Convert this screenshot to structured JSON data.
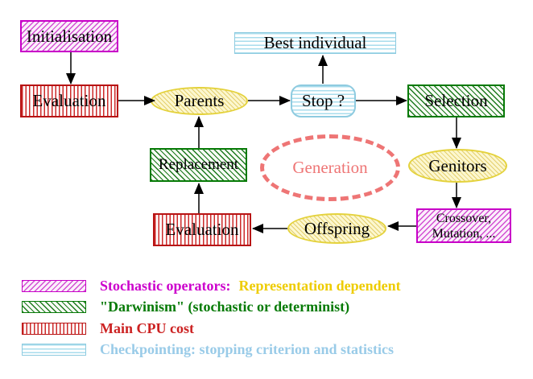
{
  "nodes": {
    "initialisation": {
      "label": "Initialisation",
      "style": "magenta-hatch"
    },
    "evaluation_top": {
      "label": "Evaluation",
      "style": "red-stripes"
    },
    "parents": {
      "label": "Parents",
      "style": "yellow-hatch-ellipse"
    },
    "best_individual": {
      "label": "Best individual",
      "style": "cyan-stripes"
    },
    "stop": {
      "label": "Stop ?",
      "style": "cyan-stripes-rounded"
    },
    "selection": {
      "label": "Selection",
      "style": "green-hatch"
    },
    "genitors": {
      "label": "Genitors",
      "style": "yellow-hatch-ellipse"
    },
    "crossover_mutation": {
      "line1": "Crossover,",
      "line2": "Mutation, ...",
      "style": "magenta-hatch"
    },
    "offspring": {
      "label": "Offspring",
      "style": "yellow-hatch-ellipse"
    },
    "evaluation_bottom": {
      "label": "Evaluation",
      "style": "red-stripes"
    },
    "replacement": {
      "label": "Replacement",
      "style": "green-hatch"
    },
    "generation": {
      "label": "Generation",
      "style": "pink-dashed-ellipse"
    }
  },
  "edges": [
    {
      "from": "initialisation",
      "to": "evaluation_top"
    },
    {
      "from": "evaluation_top",
      "to": "parents"
    },
    {
      "from": "parents",
      "to": "stop"
    },
    {
      "from": "stop",
      "to": "best_individual"
    },
    {
      "from": "stop",
      "to": "selection"
    },
    {
      "from": "selection",
      "to": "genitors"
    },
    {
      "from": "genitors",
      "to": "crossover_mutation"
    },
    {
      "from": "crossover_mutation",
      "to": "offspring"
    },
    {
      "from": "offspring",
      "to": "evaluation_bottom"
    },
    {
      "from": "evaluation_bottom",
      "to": "replacement"
    },
    {
      "from": "replacement",
      "to": "parents"
    }
  ],
  "legend": {
    "items": [
      {
        "swatch": "magenta-hatch",
        "label": "Stochastic operators:",
        "label_extra": "Representation dependent"
      },
      {
        "swatch": "green-hatch",
        "label": "\"Darwinism\" (stochastic or determinist)",
        "label_extra": ""
      },
      {
        "swatch": "red-stripes",
        "label": "Main CPU cost",
        "label_extra": ""
      },
      {
        "swatch": "cyan-stripes",
        "label": "Checkpointing: stopping criterion and statistics",
        "label_extra": ""
      }
    ]
  },
  "colors": {
    "magenta_border": "#c800c8",
    "red_border": "#b81414",
    "red_stripe": "#cc2a2a",
    "green_border": "#067a06",
    "cyan_border": "#8ecbe0",
    "yellow_border": "#e4d23c",
    "yellow_fill": "#fcf7cf",
    "generation_pink": "#ee7575",
    "legend_magenta_text": "#cc00cc",
    "legend_gold_text": "#eecc00",
    "legend_green_text": "#067a06",
    "legend_red_text": "#cc2222",
    "legend_cyan_text": "#99cbe8",
    "arrow_black": "#000000"
  }
}
